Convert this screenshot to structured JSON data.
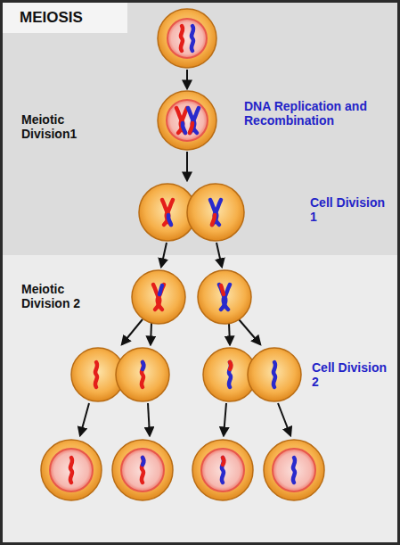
{
  "diagram": {
    "title": "MEIOSIS",
    "labels": [
      "Meiotic Division1",
      "DNA Replication and Recombination",
      "Cell Division 1",
      "Meiotic Division 2",
      "Cell Division 2"
    ]
  }
}
